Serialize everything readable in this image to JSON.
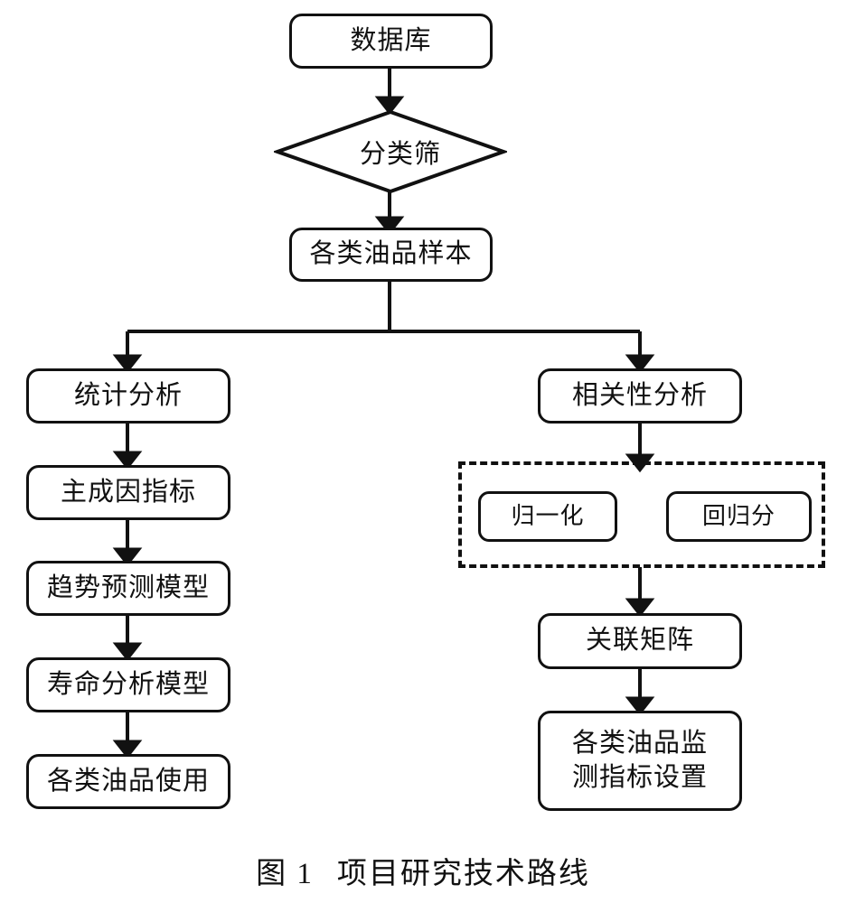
{
  "figure": {
    "caption_label": "图 1",
    "caption_title": "项目研究技术路线",
    "line_color": "#111111",
    "background": "#ffffff"
  },
  "nodes": {
    "database": {
      "label": "数据库",
      "shape": "rounded-rect"
    },
    "classifier": {
      "label": "分类筛",
      "shape": "diamond"
    },
    "oil_samples": {
      "label": "各类油品样本",
      "shape": "rounded-rect"
    },
    "statistical_analysis": {
      "label": "统计分析",
      "shape": "rounded-rect"
    },
    "principal_factor_index": {
      "label": "主成因指标",
      "shape": "rounded-rect"
    },
    "trend_prediction_model": {
      "label": "趋势预测模型",
      "shape": "rounded-rect"
    },
    "life_analysis_model": {
      "label": "寿命分析模型",
      "shape": "rounded-rect"
    },
    "oil_usage": {
      "label": "各类油品使用",
      "shape": "rounded-rect"
    },
    "correlation_analysis": {
      "label": "相关性分析",
      "shape": "rounded-rect"
    },
    "normalization": {
      "label": "归一化",
      "shape": "rounded-rect"
    },
    "regression": {
      "label": "回归分",
      "shape": "rounded-rect"
    },
    "correlation_matrix": {
      "label": "关联矩阵",
      "shape": "rounded-rect"
    },
    "monitoring_index_setting_line1": {
      "label": "各类油品监",
      "shape": "rounded-rect"
    },
    "monitoring_index_setting_line2": {
      "label": "测指标设置",
      "shape": "rounded-rect"
    }
  },
  "groups": {
    "processing_group": {
      "style": "dashed-border",
      "members": [
        "归一化",
        "回归分"
      ]
    }
  },
  "flow": [
    {
      "from": "数据库",
      "to": "分类筛"
    },
    {
      "from": "分类筛",
      "to": "各类油品样本"
    },
    {
      "from": "各类油品样本",
      "to": "统计分析"
    },
    {
      "from": "各类油品样本",
      "to": "相关性分析"
    },
    {
      "from": "统计分析",
      "to": "主成因指标"
    },
    {
      "from": "主成因指标",
      "to": "趋势预测模型"
    },
    {
      "from": "趋势预测模型",
      "to": "寿命分析模型"
    },
    {
      "from": "寿命分析模型",
      "to": "各类油品使用"
    },
    {
      "from": "相关性分析",
      "to": "归一化/回归分"
    },
    {
      "from": "归一化/回归分",
      "to": "关联矩阵"
    },
    {
      "from": "关联矩阵",
      "to": "各类油品监测指标设置"
    }
  ]
}
